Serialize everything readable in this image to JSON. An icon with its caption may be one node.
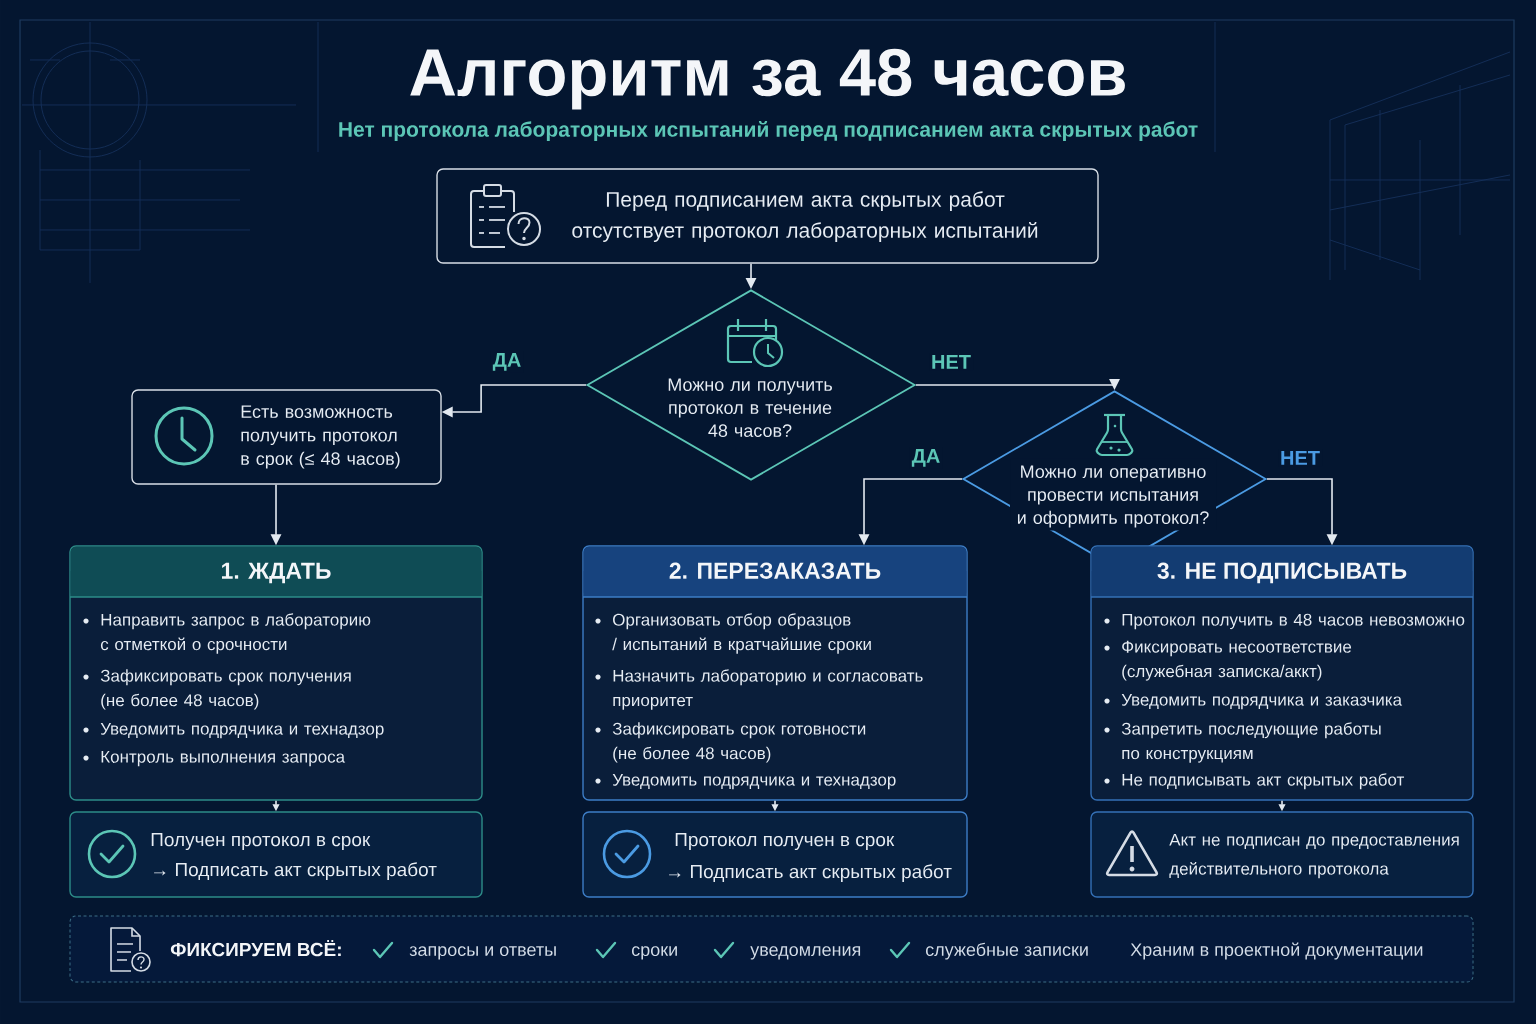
{
  "diagram": {
    "title": "Алгоритм за 48 часов",
    "nodes": [
      {
        "text": [
          "Перед подписанием акта скрытых работ отсутствует протокол лабораторных испытаний"
        ]
      },
      {
        "text": [
          "Можно ли получить протокол в течение 48 часов?"
        ]
      },
      {
        "text": [
          "Есть возможность получить протокол в срок (≤ 48 часов)"
        ]
      },
      {
        "text": [
          "Можно ли оперативно провести испытания и оформить протокол?"
        ]
      },
      {
        "text": [
          "1. ЖДАТЬ",
          "Направить запрос в лабораторию с отметкой о срочности",
          "Зафиксировать срок получения (не более 48 часов)",
          "Уведомить подрядчика и технадзор",
          "Контроль выполнения запроса"
        ]
      },
      {
        "text": [
          "Получен протокол в срок",
          "→ Подписать акт скрытых работ"
        ]
      },
      {
        "text": [
          "2. ПЕРЕЗАКАЗАТЬ",
          "Организовать отбор образцов / испытаний в кратчайшие сроки",
          "Назначить лабораторию и согласовать приоритет",
          "Зафиксировать срок готовности (не более 48 часов)",
          "Уведомить подрядчика и технадзор"
        ]
      },
      {
        "text": [
          "Протокол получен в срок",
          "→ Подписать акт скрытых работ"
        ]
      },
      {
        "text": [
          "3. НЕ ПОДПИСЫВАТЬ",
          "Протокол получить в 48 часов невозможно",
          "Фиксировать несоответствие (служебная записка/аккт)",
          "Уведомить подрядчика и заказчика",
          "Запретить последующие работы по конструкциям",
          "Не подписывать акт скрытых работ"
        ]
      },
      {
        "text": [
          "Акт не подписан до предоставления действительного протокола"
        ]
      },
      {
        "text": [
          "ФИКСИРУЕМ ВСЁ:",
          "запросы и ответы",
          "сроки",
          "уведомления",
          "служебные записки",
          "Храним в проектной документации"
        ]
      }
    ],
    "edges": [
      {
        "from": 0,
        "to": 1,
        "arrow": "to"
      },
      {
        "from": 1,
        "to": 2,
        "arrow": "to",
        "label": "ДА"
      },
      {
        "from": 1,
        "to": 3,
        "arrow": "to",
        "label": "НЕТ"
      },
      {
        "from": 2,
        "to": 4,
        "arrow": "to"
      },
      {
        "from": 3,
        "to": 6,
        "arrow": "to",
        "label": "ДА"
      },
      {
        "from": 3,
        "to": 8,
        "arrow": "to",
        "label": "НЕТ"
      },
      {
        "from": 4,
        "to": 5,
        "arrow": "to"
      },
      {
        "from": 6,
        "to": 7,
        "arrow": "to"
      },
      {
        "from": 8,
        "to": 9,
        "arrow": "to"
      }
    ],
    "labels": [
      "Нет протокола лабораторных испытаний перед подписанием акта скрытых работ"
    ]
  }
}
